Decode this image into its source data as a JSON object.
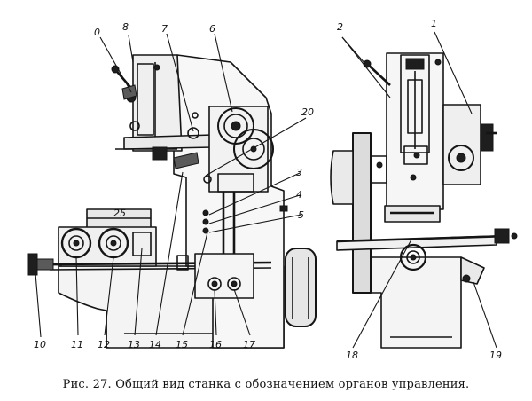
{
  "figure": {
    "caption": "Рис. 27. Общий вид станка с обозначением органов управления.",
    "labels": {
      "l0": "0",
      "l1": "1",
      "l2": "2",
      "l3": "3",
      "l4": "4",
      "l5": "5",
      "l6": "6",
      "l7": "7",
      "l8": "8",
      "l10": "10",
      "l11": "11",
      "l12": "12",
      "l13": "13",
      "l14": "14",
      "l15": "15",
      "l16": "16",
      "l17": "17",
      "l18": "18",
      "l19": "19",
      "l20": "20",
      "table_mark": "25"
    }
  }
}
